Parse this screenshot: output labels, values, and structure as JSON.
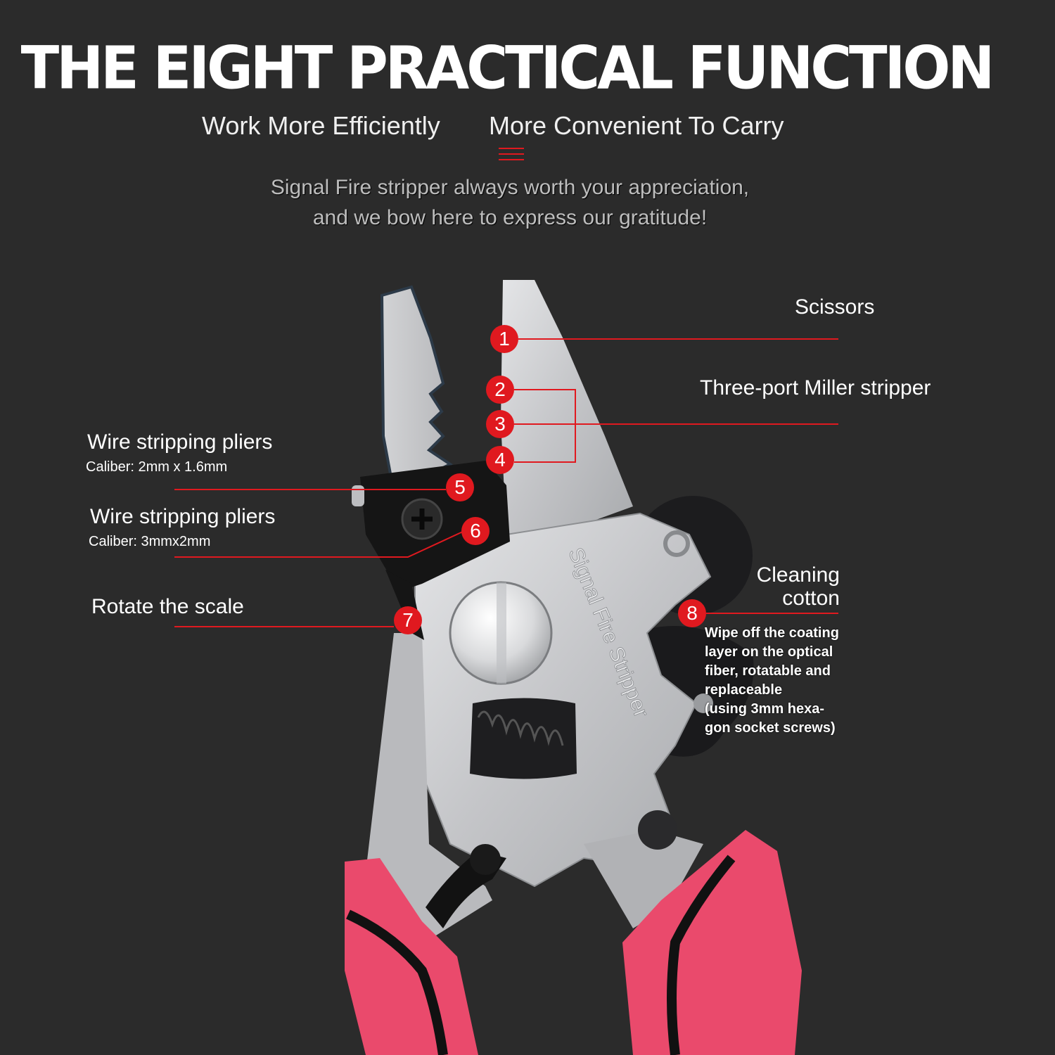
{
  "header": {
    "title": "THE EIGHT PRACTICAL FUNCTION",
    "subtitle_left": "Work More Efficiently",
    "subtitle_right": "More Convenient To Carry",
    "tagline_line1": "Signal Fire stripper always worth your appreciation,",
    "tagline_line2": "and we bow here to express our gratitude!"
  },
  "product": {
    "engraving": "Signal Fire Stripper"
  },
  "callouts": {
    "scissors": {
      "number": "1",
      "label": "Scissors"
    },
    "miller": {
      "numbers": [
        "2",
        "3",
        "4"
      ],
      "label": "Three-port Miller stripper"
    },
    "pliers_a": {
      "number": "5",
      "label": "Wire stripping pliers",
      "caliber": "Caliber: 2mm x 1.6mm"
    },
    "pliers_b": {
      "number": "6",
      "label": "Wire stripping pliers",
      "caliber": "Caliber: 3mmx2mm"
    },
    "scale": {
      "number": "7",
      "label": "Rotate the scale"
    },
    "cotton": {
      "number": "8",
      "label_line1": "Cleaning",
      "label_line2": "cotton",
      "description": [
        "Wipe off the coating",
        "layer on the optical",
        "fiber, rotatable and",
        "replaceable",
        "(using 3mm hexa-",
        "gon socket screws)"
      ]
    }
  },
  "colors": {
    "background": "#2b2b2b",
    "accent": "#e0191f",
    "handle": "#e8486a",
    "steel": "#c8c9cb"
  }
}
